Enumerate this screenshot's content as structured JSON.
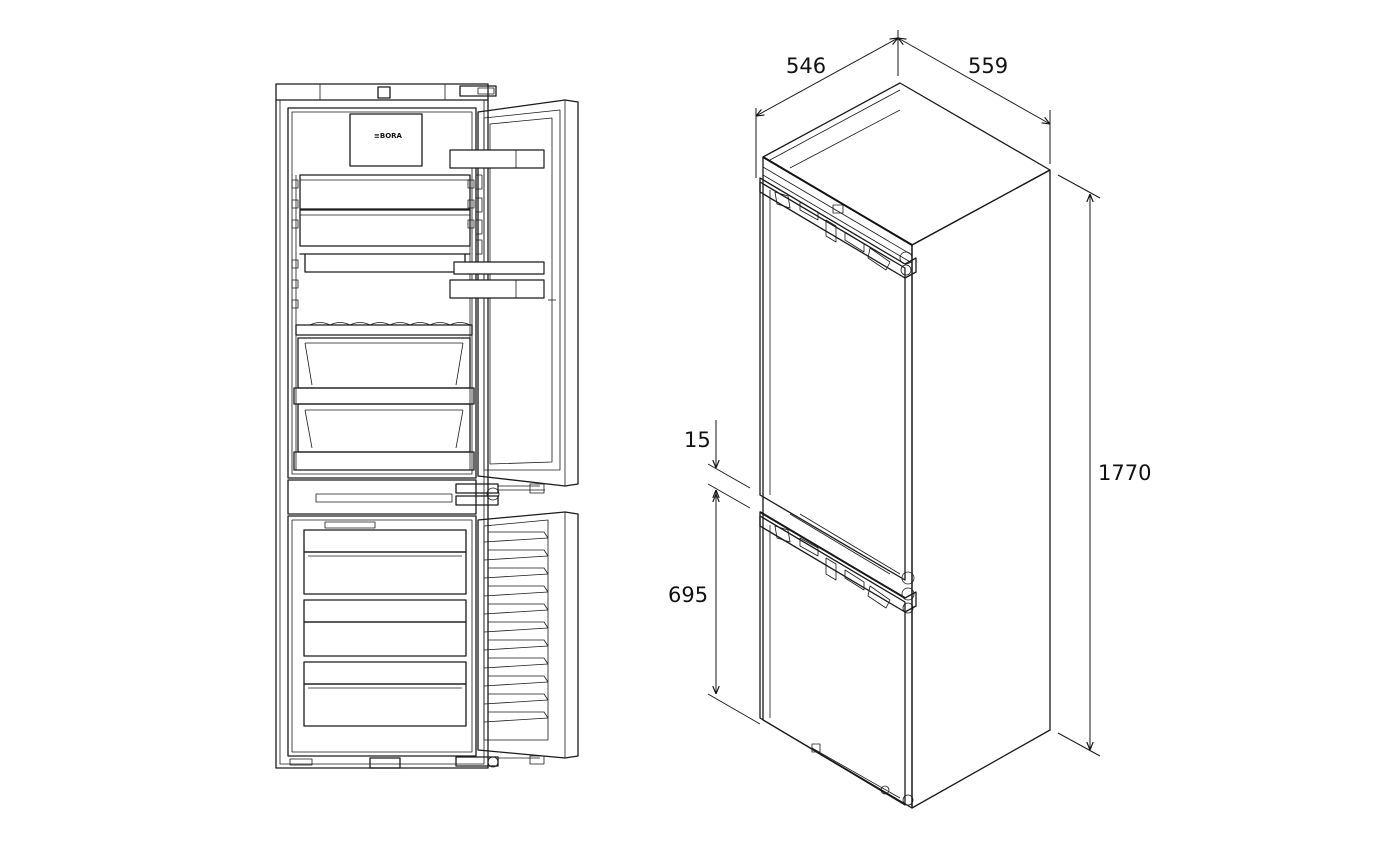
{
  "front_view": {
    "brand_label": "≡BORA"
  },
  "dimensions": {
    "depth": "546",
    "width": "559",
    "height": "1770",
    "gap": "15",
    "freezer_height": "695"
  }
}
